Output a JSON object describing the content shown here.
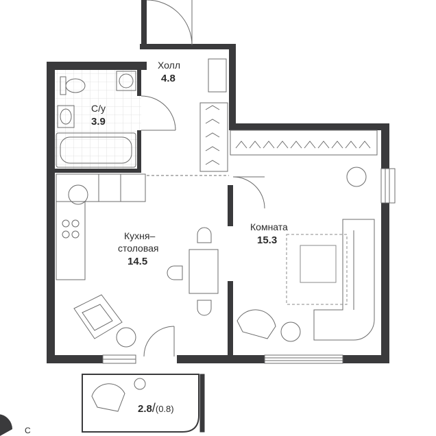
{
  "rooms": {
    "hall": {
      "name": "Холл",
      "area": "4.8"
    },
    "bathroom": {
      "name": "С/у",
      "area": "3.9"
    },
    "kitchen": {
      "name_line1": "Кухня–",
      "name_line2": "столовая",
      "area": "14.5"
    },
    "room": {
      "name": "Комната",
      "area": "15.3"
    },
    "balcony": {
      "area": "2.8",
      "area_reduced": "(0.8)"
    }
  },
  "compass": {
    "letter": "С"
  },
  "colors": {
    "wall": "#3a3a3c",
    "line": "#6b6b6b",
    "tile": "#e4e4e4",
    "text": "#2b2b2b"
  }
}
